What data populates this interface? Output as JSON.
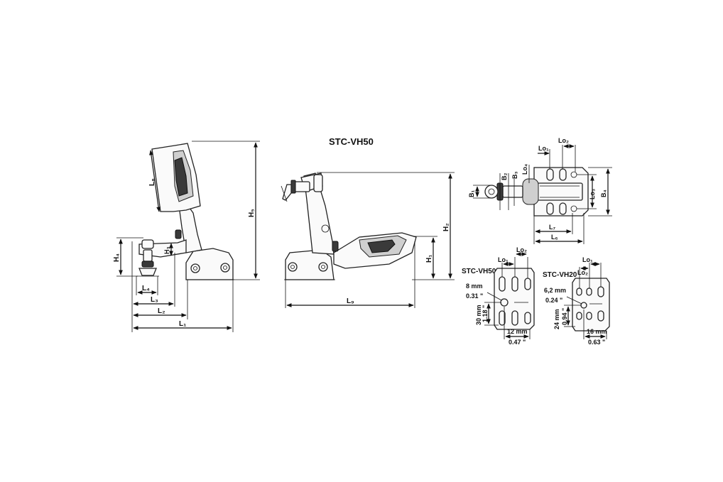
{
  "title": "STC-VH50",
  "dim_labels": {
    "H5": "H₅",
    "H4": "H₄",
    "H3": "H₃",
    "H2": "H₂",
    "H1": "H₁",
    "L8": "L₈",
    "L4": "L₄",
    "L3": "L₃",
    "L2": "L₂",
    "L1": "L₁",
    "L9": "L₉",
    "L7": "L₇",
    "L6": "L₆",
    "Lo1": "Lo₁",
    "Lo2": "Lo₂",
    "Lo3": "Lo₃",
    "Lo4": "Lo₄",
    "B1": "B₁",
    "B2": "B₂",
    "B3": "B₃",
    "B4": "B₄"
  },
  "plate_vh50": {
    "name": "STC-VH50",
    "lo1": "Lo₁",
    "lo2": "Lo₂",
    "hole_mm": "8 mm",
    "hole_in": "0.31 \"",
    "height_mm": "30 mm",
    "height_in": "1.18 \"",
    "width_mm": "12 mm",
    "width_in": "0.47 \""
  },
  "plate_vh20": {
    "name": "STC-VH20",
    "lo1": "Lo₁",
    "lo2": "Lo₂",
    "hole_mm": "6,2 mm",
    "hole_in": "0.24 \"",
    "height_mm": "24 mm",
    "height_in": "0.94 \"",
    "width_mm": "16 mm",
    "width_in": "0.63 \""
  }
}
